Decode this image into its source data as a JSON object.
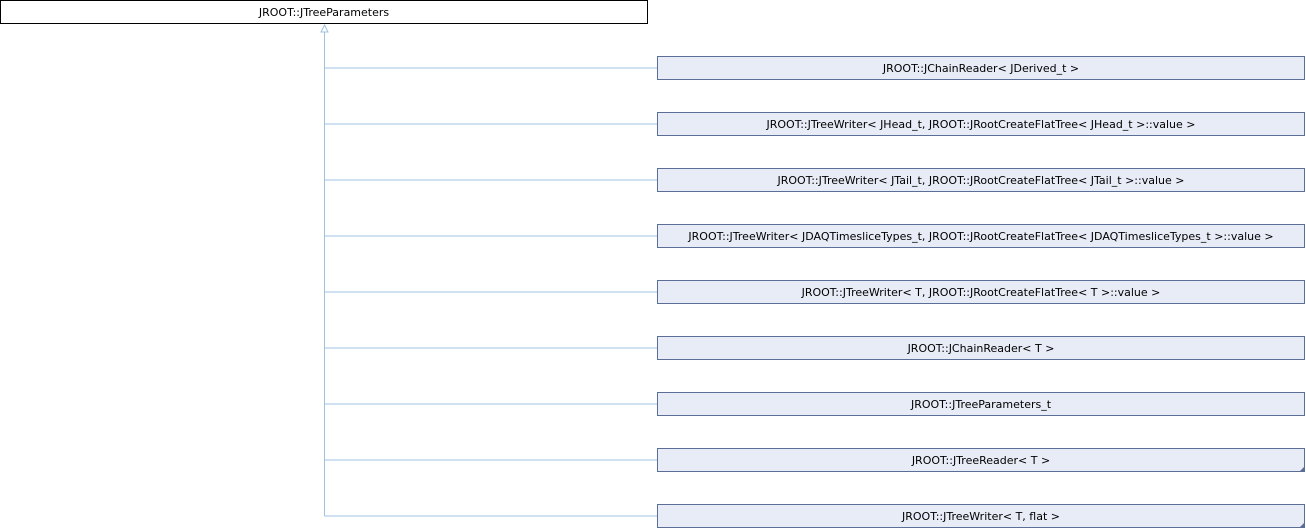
{
  "diagram": {
    "type": "class-inheritance",
    "base_class": {
      "label": "JROOT::JTreeParameters",
      "is_highlighted": true
    },
    "derived_classes": [
      {
        "label": "JROOT::JChainReader< JDerived_t >",
        "has_corner_marker": false
      },
      {
        "label": "JROOT::JTreeWriter< JHead_t, JROOT::JRootCreateFlatTree< JHead_t >::value >",
        "has_corner_marker": false
      },
      {
        "label": "JROOT::JTreeWriter< JTail_t, JROOT::JRootCreateFlatTree< JTail_t >::value >",
        "has_corner_marker": false
      },
      {
        "label": "JROOT::JTreeWriter< JDAQTimesliceTypes_t, JROOT::JRootCreateFlatTree< JDAQTimesliceTypes_t >::value >",
        "has_corner_marker": false
      },
      {
        "label": "JROOT::JTreeWriter< T, JROOT::JRootCreateFlatTree< T >::value >",
        "has_corner_marker": false
      },
      {
        "label": "JROOT::JChainReader< T >",
        "has_corner_marker": false
      },
      {
        "label": "JROOT::JTreeParameters_t",
        "has_corner_marker": false
      },
      {
        "label": "JROOT::JTreeReader< T >",
        "has_corner_marker": true
      },
      {
        "label": "JROOT::JTreeWriter< T, flat >",
        "has_corner_marker": true
      }
    ],
    "colors": {
      "base_fill": "#ffffff",
      "base_border": "#000000",
      "node_fill": "#e8ecf7",
      "node_border": "#5a6e98",
      "edge": "#9fc2e0",
      "arrowhead": "#9fc2e0",
      "corner_marker": "#5a6e98"
    }
  }
}
